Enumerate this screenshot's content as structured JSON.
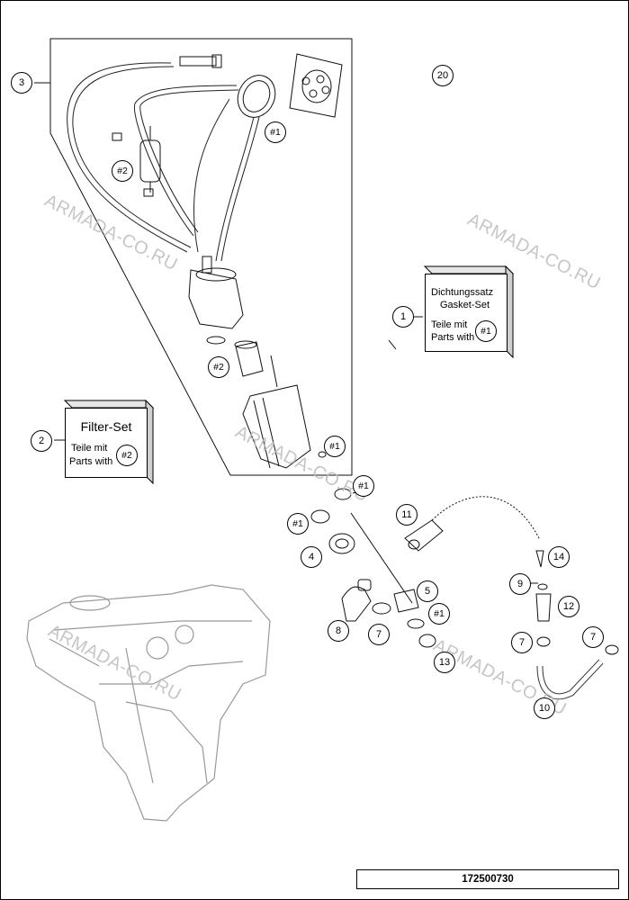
{
  "document_number": "172500730",
  "watermark_text": "ARMADA-CO.RU",
  "boxes": {
    "gasket_set": {
      "title_line1": "Dichtungssatz",
      "title_line2": "Gasket-Set",
      "parts_line1": "Teile mit",
      "parts_line2": "Parts with",
      "ref": "#1"
    },
    "filter_set": {
      "title": "Filter-Set",
      "parts_line1": "Teile mit",
      "parts_line2": "Parts with",
      "ref": "#2"
    }
  },
  "callouts": {
    "c1": "1",
    "c2": "2",
    "c3": "3",
    "c4": "4",
    "c5": "5",
    "c7a": "7",
    "c7b": "7",
    "c7c": "7",
    "c8": "8",
    "c9": "9",
    "c10": "10",
    "c11": "11",
    "c12": "12",
    "c13": "13",
    "c14": "14",
    "c20": "20",
    "r1a": "#1",
    "r1b": "#1",
    "r1c": "#1",
    "r1d": "#1",
    "r1e": "#1",
    "r2a": "#2",
    "r2b": "#2"
  }
}
